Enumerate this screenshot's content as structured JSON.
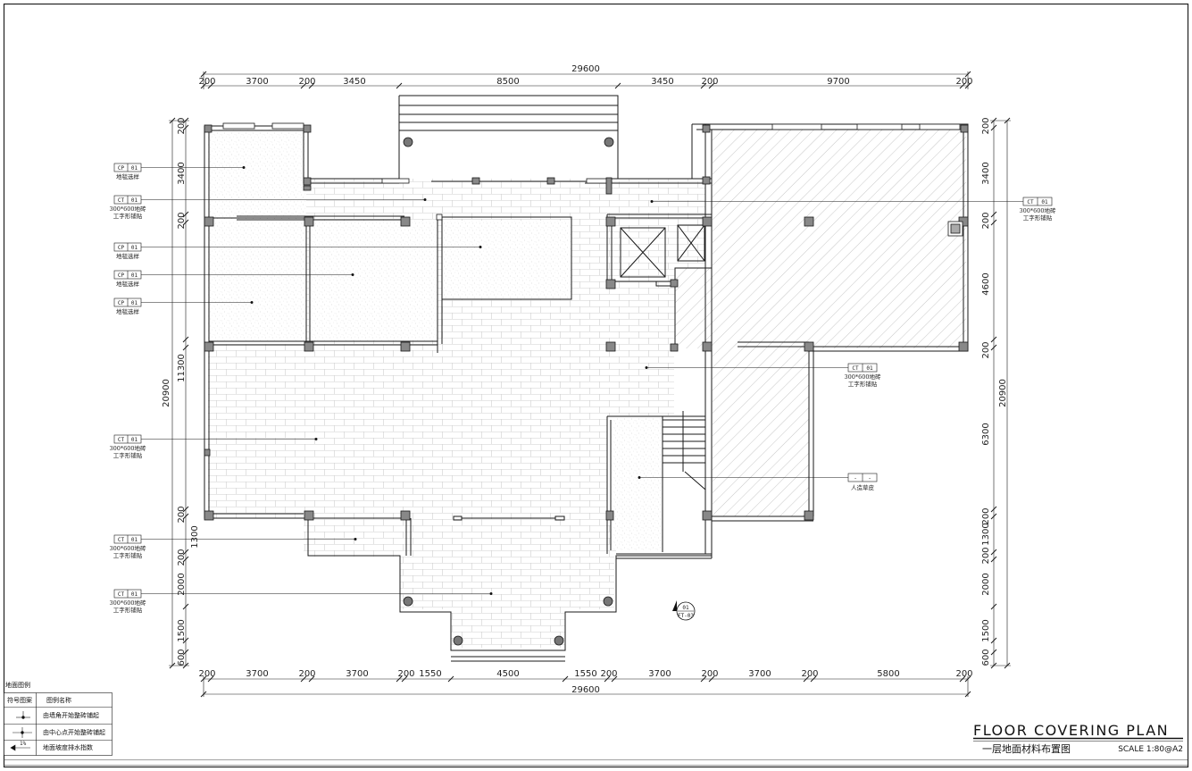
{
  "drawing": {
    "title": "FLOOR COVERING PLAN",
    "subtitle": "一层地面材料布置图",
    "scale": "SCALE 1:80@A2"
  },
  "dimensions": {
    "top_total": "29600",
    "top": [
      "200",
      "3700",
      "200",
      "3450",
      "8500",
      "3450",
      "200",
      "9700",
      "200"
    ],
    "bottom_total": "29600",
    "bottom": [
      "200",
      "3700",
      "200",
      "3700",
      "200",
      "1550",
      "4500",
      "1550",
      "200",
      "3700",
      "200",
      "3700",
      "200",
      "5800",
      "200"
    ],
    "left_total": "20900",
    "left": [
      "200",
      "3400",
      "200",
      "11300",
      "200",
      "1300",
      "200",
      "2000",
      "1500",
      "600"
    ],
    "right_total": "20900",
    "right": [
      "200",
      "3400",
      "200",
      "4600",
      "200",
      "6300",
      "200",
      "1300",
      "200",
      "2000",
      "1500",
      "600"
    ]
  },
  "callouts": {
    "left": [
      {
        "code": "CP",
        "num": "01",
        "line1": "地毯选样",
        "line2": ""
      },
      {
        "code": "CT",
        "num": "01",
        "line1": "300*600地砖",
        "line2": "工字形铺贴"
      },
      {
        "code": "CP",
        "num": "01",
        "line1": "地毯选样",
        "line2": ""
      },
      {
        "code": "CP",
        "num": "01",
        "line1": "地毯选样",
        "line2": ""
      },
      {
        "code": "CP",
        "num": "01",
        "line1": "地毯选样",
        "line2": ""
      },
      {
        "code": "CT",
        "num": "01",
        "line1": "300*600地砖",
        "line2": "工字形铺贴"
      },
      {
        "code": "CT",
        "num": "01",
        "line1": "300*600地砖",
        "line2": "工字形铺贴"
      },
      {
        "code": "CT",
        "num": "01",
        "line1": "300*600地砖",
        "line2": "工字形铺贴"
      }
    ],
    "right": [
      {
        "code": "CT",
        "num": "01",
        "line1": "300*600地砖",
        "line2": "工字形铺贴"
      },
      {
        "code": "CT",
        "num": "01",
        "line1": "300*600地砖",
        "line2": "工字形铺贴"
      },
      {
        "code": "-",
        "num": "-",
        "line1": "人造草皮",
        "line2": ""
      }
    ]
  },
  "section_marker": {
    "num": "01",
    "ref": "FT-03"
  },
  "legend": {
    "title": "地面图例",
    "col1": "符号图案",
    "col2": "图例名称",
    "rows": [
      "由墙角开始整砖铺起",
      "由中心点开始整砖铺起",
      "地面坡度排水指数"
    ],
    "slope_label": "1%"
  },
  "colors": {
    "line": "#1a1a1a",
    "hatch": "#9a9a9a",
    "brick": "#c8c8c8",
    "carpet": "#d6d6d6"
  }
}
